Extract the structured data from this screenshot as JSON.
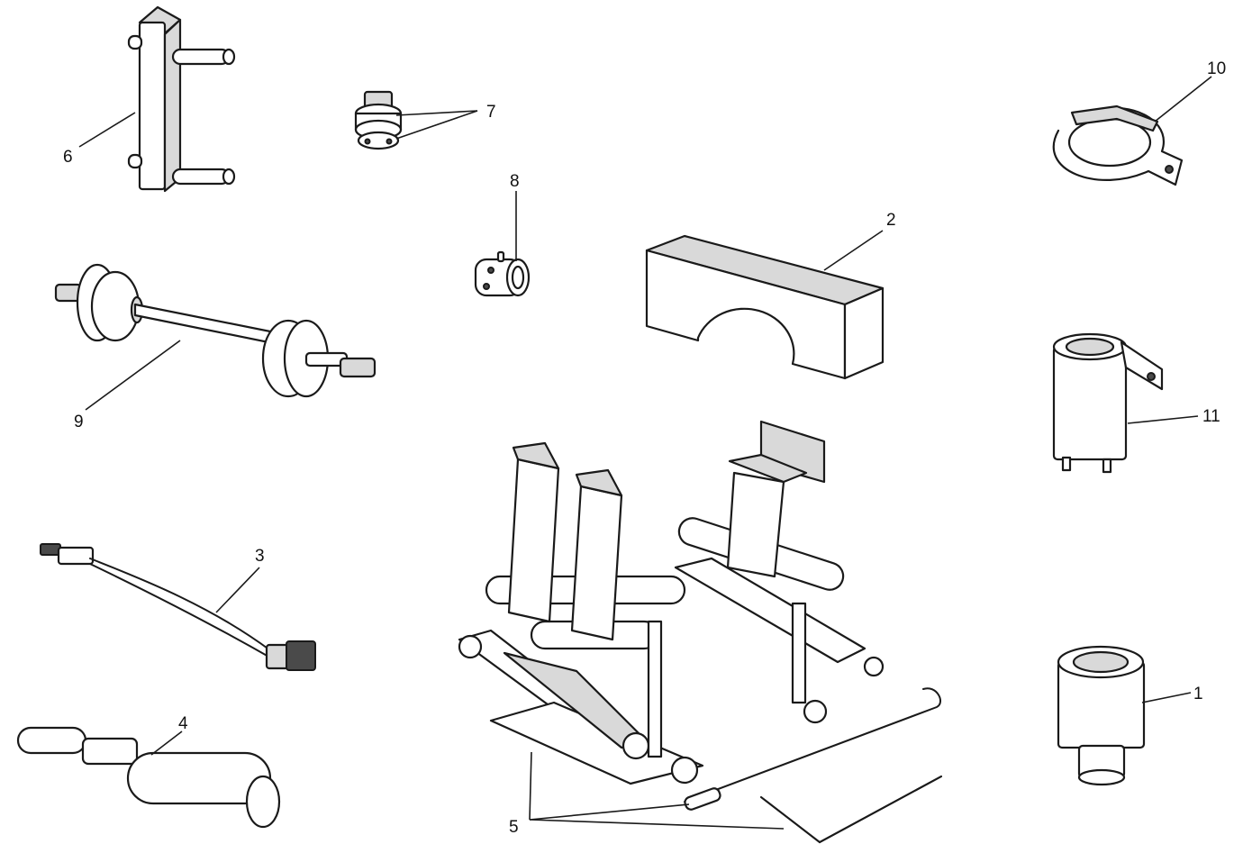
{
  "callouts": {
    "c1": "1",
    "c2": "2",
    "c3": "3",
    "c4": "4",
    "c5": "5",
    "c6": "6",
    "c7": "7",
    "c8": "8",
    "c9": "9",
    "c10": "10",
    "c11": "11"
  },
  "colors": {
    "line": "#1a1a1a",
    "fill": "#ffffff",
    "shade": "#d9d9d9"
  }
}
